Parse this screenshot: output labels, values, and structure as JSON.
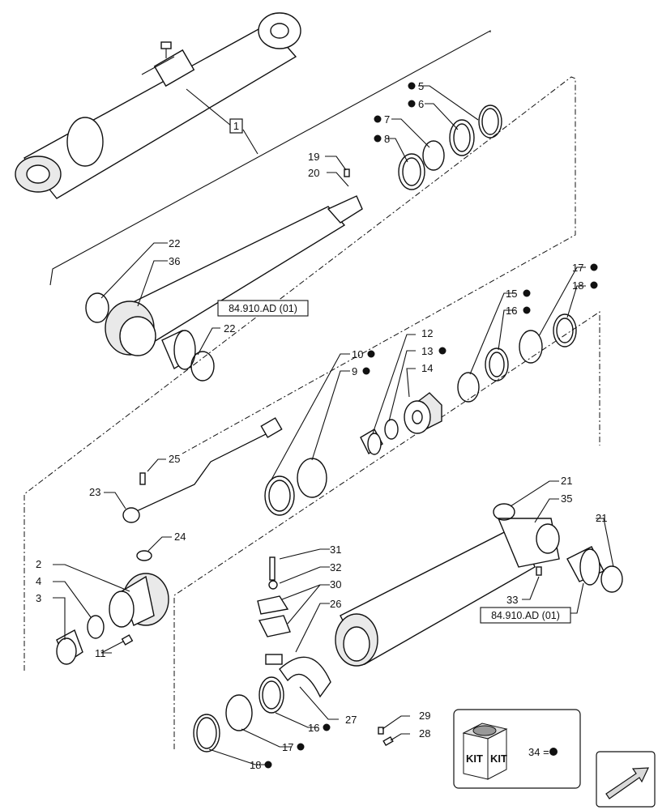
{
  "callouts": {
    "c1": "1",
    "c2": "2",
    "c3": "3",
    "c4": "4",
    "c5": "5",
    "c6": "6",
    "c7": "7",
    "c8": "8",
    "c9": "9",
    "c10": "10",
    "c11": "11",
    "c12": "12",
    "c13": "13",
    "c14": "14",
    "c15": "15",
    "c16a": "16",
    "c16b": "16",
    "c17a": "17",
    "c17b": "17",
    "c18a": "18",
    "c18b": "18",
    "c19": "19",
    "c20": "20",
    "c21a": "21",
    "c21b": "21",
    "c22a": "22",
    "c22b": "22",
    "c23": "23",
    "c24": "24",
    "c25": "25",
    "c26": "26",
    "c27": "27",
    "c28": "28",
    "c29": "29",
    "c30": "30",
    "c31": "31",
    "c32": "32",
    "c33": "33",
    "c35": "35",
    "c36": "36"
  },
  "references": {
    "ref_top": "84.910.AD (01)",
    "ref_bottom": "84.910.AD (01)"
  },
  "legend": {
    "kit_text_1": "KIT",
    "kit_text_2": "KIT",
    "kit_equation": "34 ="
  }
}
